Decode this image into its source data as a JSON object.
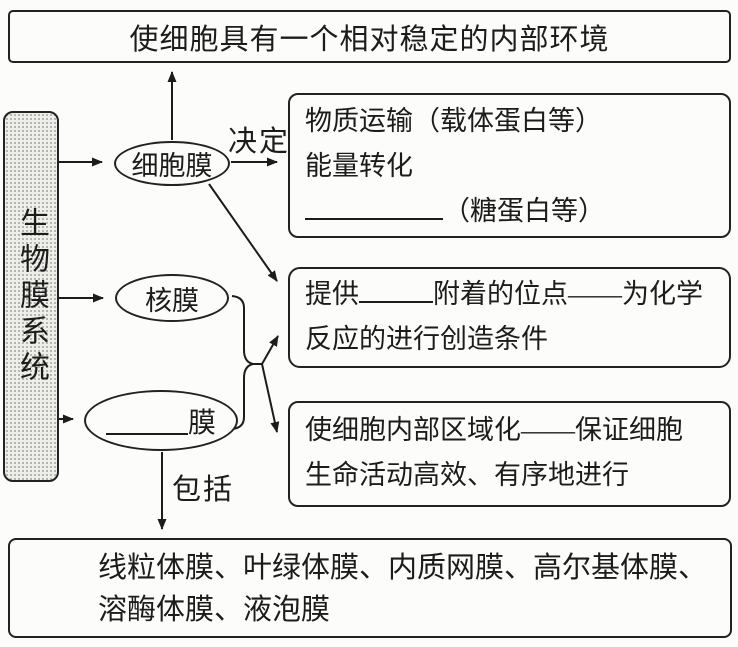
{
  "palette": {
    "ink": "#1c1c1c",
    "paper": "#fcfcfa",
    "sidebar_fill": "#eeeeea",
    "sidebar_dot": "#a8a8a2"
  },
  "top_box": {
    "text": "使细胞具有一个相对稳定的内部环境"
  },
  "root_node": {
    "label": "生物膜系统"
  },
  "nodes": {
    "cell_membrane": {
      "label": "细胞膜"
    },
    "nuclear_membrane": {
      "label": "核膜"
    },
    "organelle_membrane": {
      "blank": "",
      "suffix": "膜"
    }
  },
  "edge_labels": {
    "decide": "决定",
    "include": "包括"
  },
  "function_boxes": {
    "membrane_functions": {
      "line1": "物质运输（载体蛋白等）",
      "line2": "能量转化",
      "line3_suffix": "（糖蛋白等）"
    },
    "attachment_site": {
      "line1_prefix": "提供",
      "line1_suffix": "附着的位点——为化学",
      "line2": "反应的进行创造条件"
    },
    "compartmentalization": {
      "line1": "使细胞内部区域化——保证细胞",
      "line2": "生命活动高效、有序地进行"
    }
  },
  "organelle_list_box": {
    "line1": "线粒体膜、叶绿体膜、内质网膜、高尔基体膜、",
    "line2": "溶酶体膜、液泡膜"
  }
}
